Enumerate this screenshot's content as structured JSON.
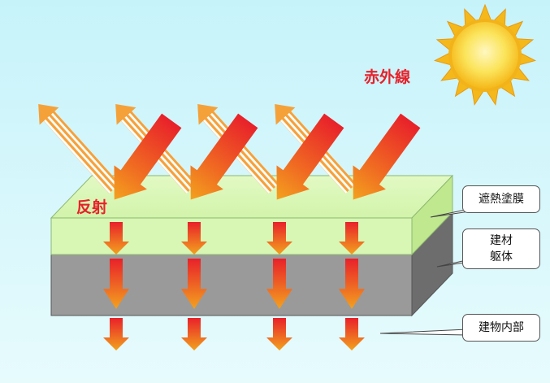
{
  "labels": {
    "infrared": "赤外線",
    "reflection": "反射"
  },
  "callouts": {
    "coating": "遮熱塗膜",
    "body_line1": "建材",
    "body_line2": "躯体",
    "inside": "建物内部"
  },
  "icons": {
    "sun": "sun-icon",
    "incoming": "infrared-arrow-icon",
    "reflected": "reflected-arrow-icon",
    "transmitted": "heat-down-arrow-icon"
  },
  "colors": {
    "background_top": "#c6f3fa",
    "coating_face": "#d8f7b4",
    "body_face": "#9a9a9a",
    "arrow_red": "#e8212a",
    "arrow_orange": "#f3a21e",
    "label_red": "#e8212a",
    "sun_yellow": "#f7d21c"
  }
}
